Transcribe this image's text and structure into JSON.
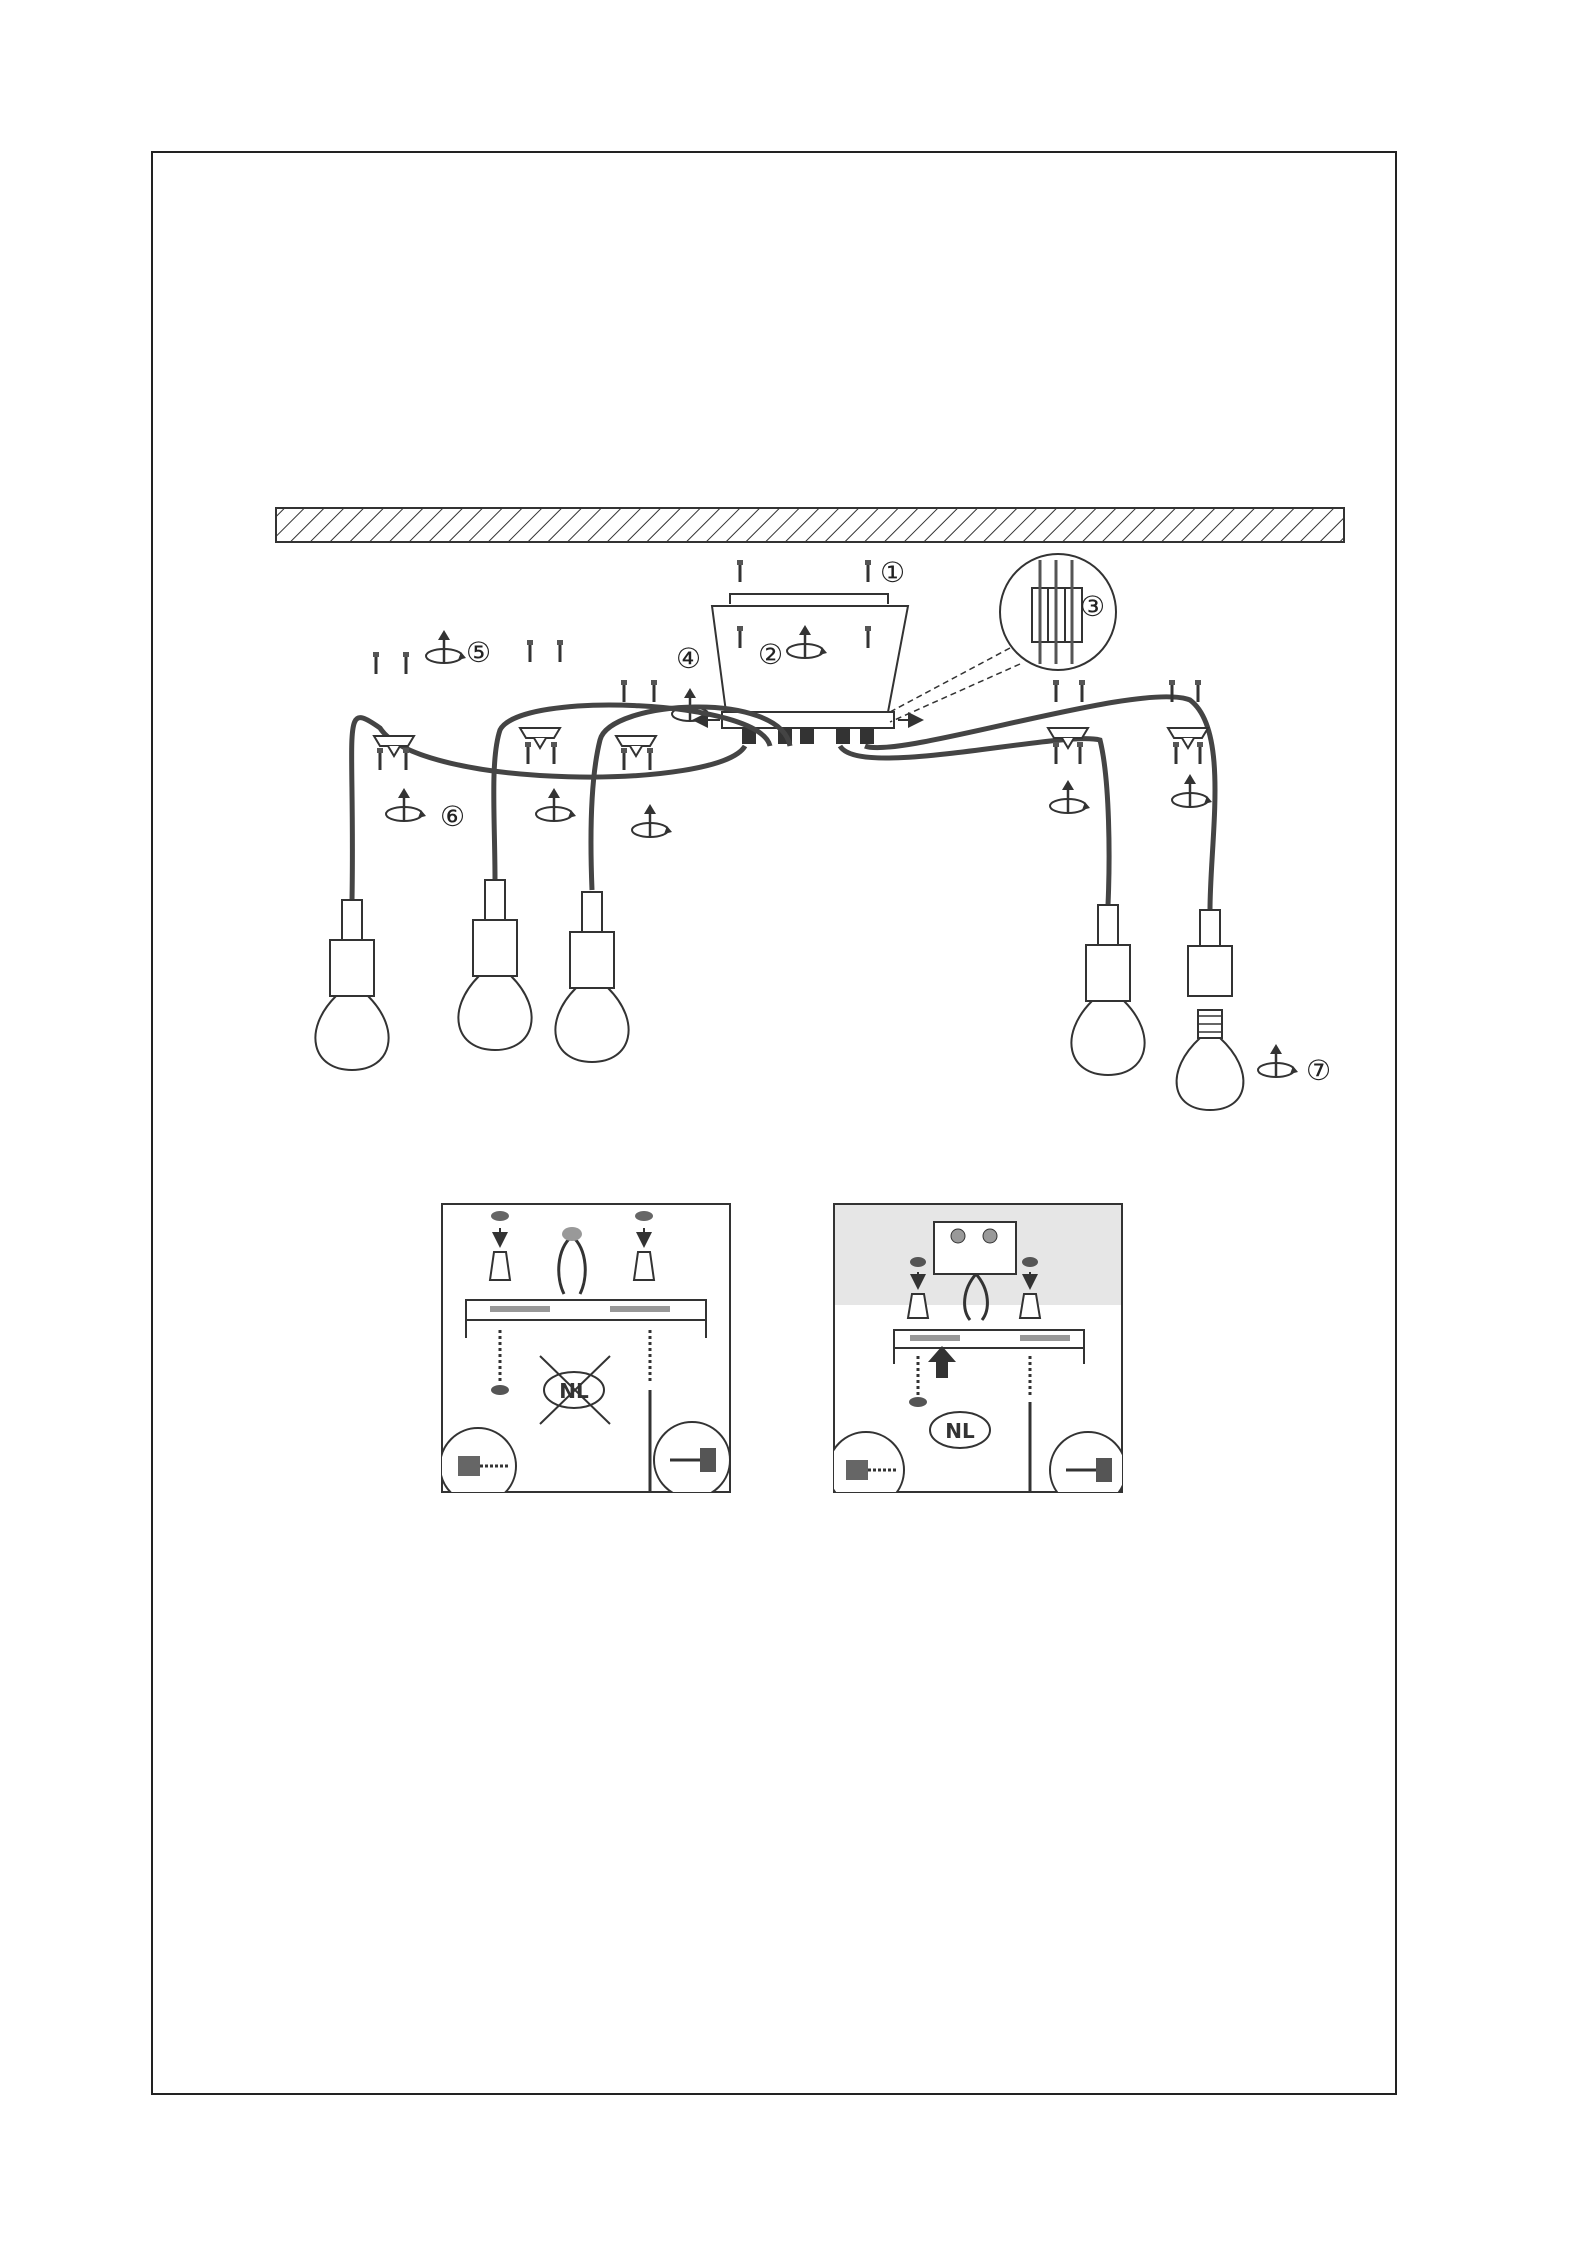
{
  "colors": {
    "ink": "#333333",
    "panel_right_bg": "#e6e6e6"
  },
  "assembly": {
    "steps": [
      {
        "number": "1",
        "label": "①"
      },
      {
        "number": "2",
        "label": "②"
      },
      {
        "number": "3",
        "label": "③"
      },
      {
        "number": "4",
        "label": "④"
      },
      {
        "number": "5",
        "label": "⑤"
      },
      {
        "number": "6",
        "label": "⑥"
      },
      {
        "number": "7",
        "label": "⑦"
      }
    ]
  },
  "mounting": {
    "left_panel": {
      "badge": "NL",
      "crossed": true
    },
    "right_panel": {
      "badge": "NL",
      "crossed": false
    }
  }
}
